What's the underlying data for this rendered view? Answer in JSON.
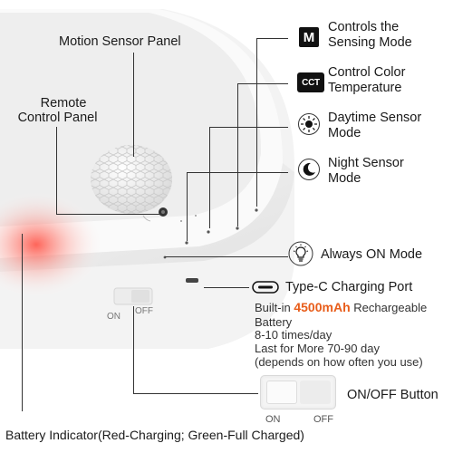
{
  "labels": {
    "motion_sensor_panel": "Motion Sensor Panel",
    "remote_control_panel_1": "Remote",
    "remote_control_panel_2": "Control Panel",
    "battery_indicator": "Battery Indicator(Red-Charging; Green-Full Charged)"
  },
  "features": {
    "mode": {
      "icon_text": "M",
      "line1": "Controls the",
      "line2": "Sensing Mode"
    },
    "cct": {
      "icon_text": "CCT",
      "line1": "Control Color",
      "line2": "Temperature"
    },
    "daytime": {
      "line1": "Daytime Sensor",
      "line2": "Mode"
    },
    "night": {
      "line1": "Night Sensor",
      "line2": "Mode"
    },
    "always_on": {
      "label": "Always ON Mode"
    },
    "type_c": {
      "label": "Type-C Charging Port"
    }
  },
  "battery": {
    "prefix": "Built-in ",
    "capacity": "4500mAh",
    "suffix": " Rechargeable",
    "line2": "Battery",
    "line3": "8-10 times/day",
    "line4": "Last for More 70-90 day",
    "line5": "(depends on how often you use)"
  },
  "switch": {
    "device_on": "ON",
    "device_off": "OFF",
    "button_label": "ON/OFF Button",
    "on": "ON",
    "off": "OFF"
  },
  "colors": {
    "accent": "#e85d1a",
    "indicator_glow": "#ff3b30",
    "icon_dark": "#111111"
  }
}
